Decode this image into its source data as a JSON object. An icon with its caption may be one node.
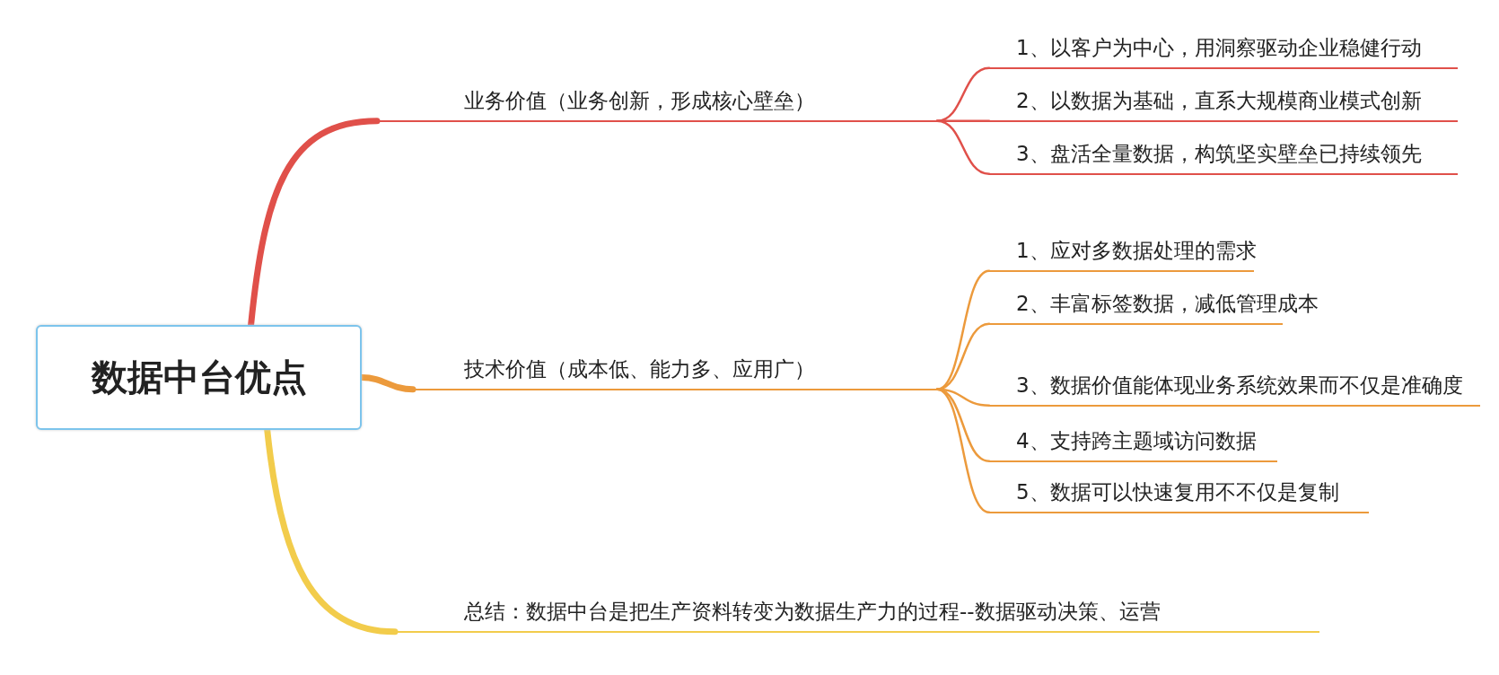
{
  "diagram": {
    "nodes": [
      {
        "text": [
          "数据中台优点"
        ]
      },
      {
        "text": [
          "业务价值（业务创新，形成核心壁垒）"
        ]
      },
      {
        "text": [
          "1、以客户为中心，用洞察驱动企业稳健行动"
        ]
      },
      {
        "text": [
          "2、以数据为基础，直系大规模商业模式创新"
        ]
      },
      {
        "text": [
          "3、盘活全量数据，构筑坚实壁垒已持续领先"
        ]
      },
      {
        "text": [
          "技术价值（成本低、能力多、应用广）"
        ]
      },
      {
        "text": [
          "1、应对多数据处理的需求"
        ]
      },
      {
        "text": [
          "2、丰富标签数据，减低管理成本"
        ]
      },
      {
        "text": [
          "3、数据价值能体现业务系统效果而不仅是准确度"
        ]
      },
      {
        "text": [
          "4、支持跨主题域访问数据"
        ]
      },
      {
        "text": [
          "5、数据可以快速复用不不仅是复制"
        ]
      },
      {
        "text": [
          "总结：数据中台是把生产资料转变为数据生产力的过程--数据驱动决策、运营"
        ]
      }
    ],
    "edges": [
      {
        "from": 0,
        "to": 1,
        "arrow": "none",
        "style": "thick",
        "color": "#e0504a"
      },
      {
        "from": 1,
        "to": 2,
        "arrow": "none",
        "color": "#e0504a"
      },
      {
        "from": 1,
        "to": 3,
        "arrow": "none",
        "color": "#e0504a"
      },
      {
        "from": 1,
        "to": 4,
        "arrow": "none",
        "color": "#e0504a"
      },
      {
        "from": 0,
        "to": 5,
        "arrow": "none",
        "style": "thick"
      },
      {
        "from": 5,
        "to": 6,
        "arrow": "none"
      },
      {
        "from": 5,
        "to": 7,
        "arrow": "none"
      },
      {
        "from": 5,
        "to": 8,
        "arrow": "none"
      },
      {
        "from": 5,
        "to": 9,
        "arrow": "none"
      },
      {
        "from": 5,
        "to": 10,
        "arrow": "none"
      },
      {
        "from": 0,
        "to": 11,
        "arrow": "none",
        "style": "thick",
        "color": "#f2cc4b"
      }
    ]
  }
}
